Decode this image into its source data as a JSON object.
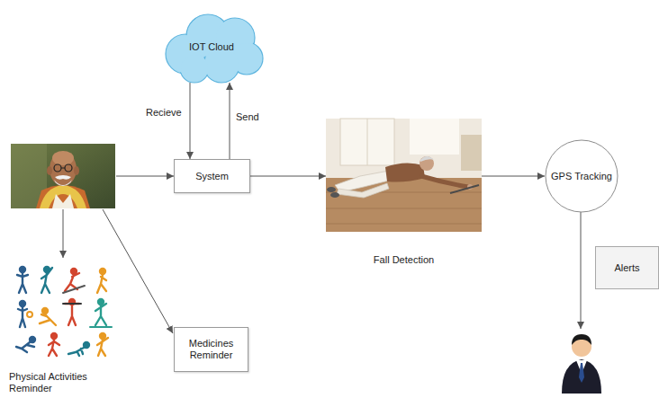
{
  "diagram": {
    "nodes": [
      {
        "text": [
          "IOT Cloud"
        ]
      },
      {
        "text": [
          "System"
        ]
      },
      {
        "text": [
          "Fall Detection"
        ]
      },
      {
        "text": [
          "GPS Tracking"
        ]
      },
      {
        "text": [
          "Alerts"
        ]
      },
      {
        "text": [
          "Physical Activities Reminder"
        ]
      },
      {
        "text": [
          "Medicines Reminder"
        ]
      }
    ],
    "edges": [
      {
        "from": 1,
        "to": 0,
        "label": "Send",
        "arrow": "to"
      },
      {
        "from": 0,
        "to": 1,
        "label": "Recieve",
        "arrow": "to"
      },
      {
        "from": 1,
        "to": 2,
        "arrow": "to"
      },
      {
        "from": 2,
        "to": 3,
        "arrow": "to"
      }
    ]
  }
}
